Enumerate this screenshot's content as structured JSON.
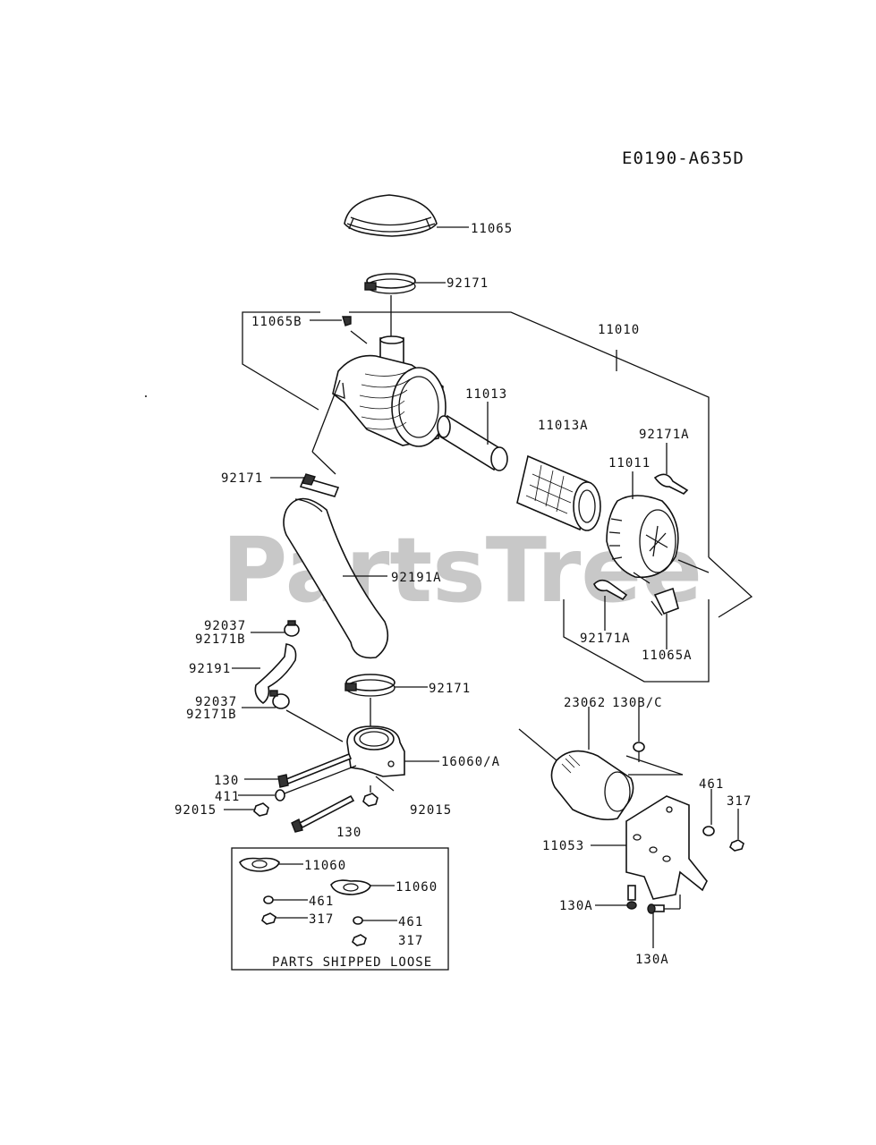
{
  "diagram_code": "E0190-A635D",
  "watermark": "PartsTree",
  "watermark_mark": "™",
  "labels": {
    "p11065": "11065",
    "p92171_top": "92171",
    "p11065B": "11065B",
    "p11010": "11010",
    "p11013": "11013",
    "p11013A": "11013A",
    "p92171A_top": "92171A",
    "p11011": "11011",
    "p92171_left": "92171",
    "p92191A": "92191A",
    "p92171A_bottom": "92171A",
    "p11065A": "11065A",
    "p92037_a": "92037",
    "p92171B_a": "92171B",
    "p92191": "92191",
    "p92171_mid": "92171",
    "p92037_b": "92037",
    "p92171B_b": "92171B",
    "p23062": "23062",
    "p130BC": "130B/C",
    "p16060A": "16060/A",
    "p130_a": "130",
    "p411": "411",
    "p92015_a": "92015",
    "p92015_b": "92015",
    "p130_b": "130",
    "p461_right": "461",
    "p317_right": "317",
    "p11053": "11053",
    "p130A_a": "130A",
    "p130A_b": "130A",
    "p11060_a": "11060",
    "p461_a": "461",
    "p317_a": "317",
    "p11060_b": "11060",
    "p461_b": "461",
    "p317_b": "317"
  },
  "loose_box_title": "PARTS SHIPPED LOOSE"
}
